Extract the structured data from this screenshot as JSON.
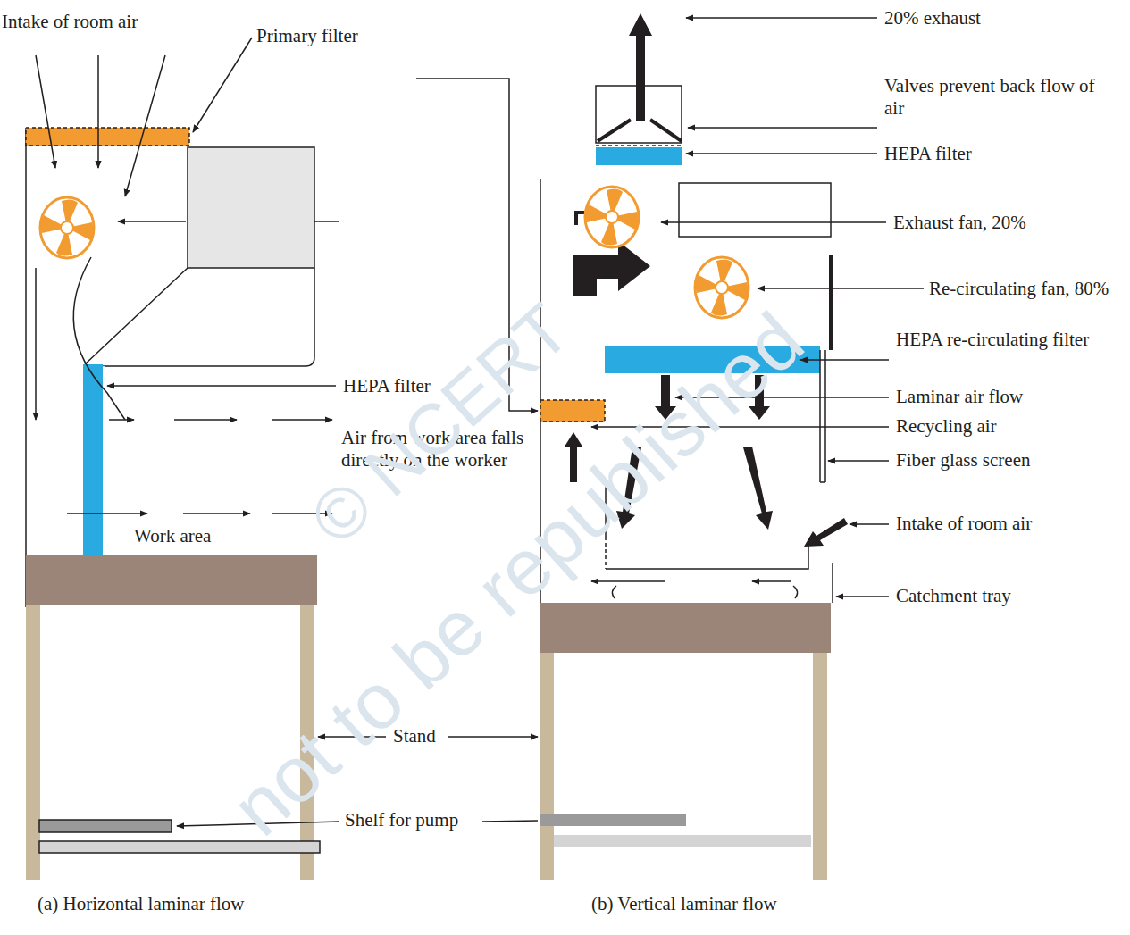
{
  "diagram": {
    "labels": [
      "20% exhaust",
      "Intake of room air",
      "Primary filter",
      "Valves prevent back flow of air",
      "HEPA filter",
      "Exhaust fan, 20%",
      "Re-circulating fan, 80%",
      "HEPA re-circulating filter",
      "HEPA filter",
      "Laminar air flow",
      "Recycling air",
      "Air from work area falls directly on the worker",
      "Fiber glass screen",
      "Work area",
      "Intake of room air",
      "Catchment tray",
      "Stand",
      "Shelf for pump",
      "(a) Horizontal laminar flow",
      "(b) Vertical laminar flow",
      "© NCERT",
      "not to be republished"
    ]
  }
}
